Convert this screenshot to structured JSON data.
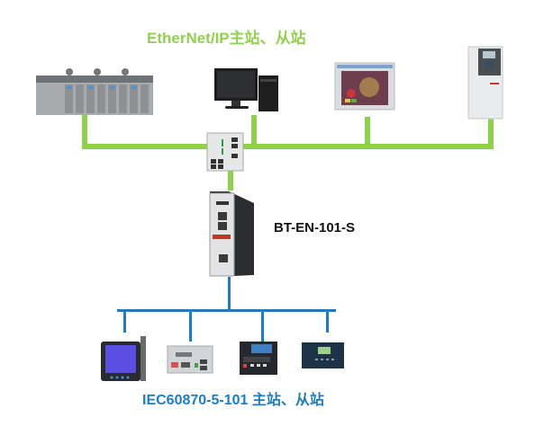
{
  "diagram": {
    "top_network_label": "EtherNet/IP主站、从站",
    "gateway_label": "BT-EN-101-S",
    "bottom_network_label": "IEC60870-5-101 主站、从站",
    "colors": {
      "ethernet_bus": "#8fd14f",
      "serial_bus": "#1f7cc1",
      "top_label": "#92d050",
      "bottom_label": "#1f7cc1"
    },
    "top_devices": [
      {
        "name": "PLC rack"
      },
      {
        "name": "PC workstation"
      },
      {
        "name": "HMI touch panel"
      },
      {
        "name": "Variable frequency drive"
      }
    ],
    "switch": {
      "name": "Ethernet switch"
    },
    "gateway": {
      "name": "BT-EN-101-S gateway"
    },
    "bottom_devices": [
      {
        "name": "Power meter"
      },
      {
        "name": "RTU module"
      },
      {
        "name": "Protection relay"
      },
      {
        "name": "Controller unit"
      }
    ]
  }
}
